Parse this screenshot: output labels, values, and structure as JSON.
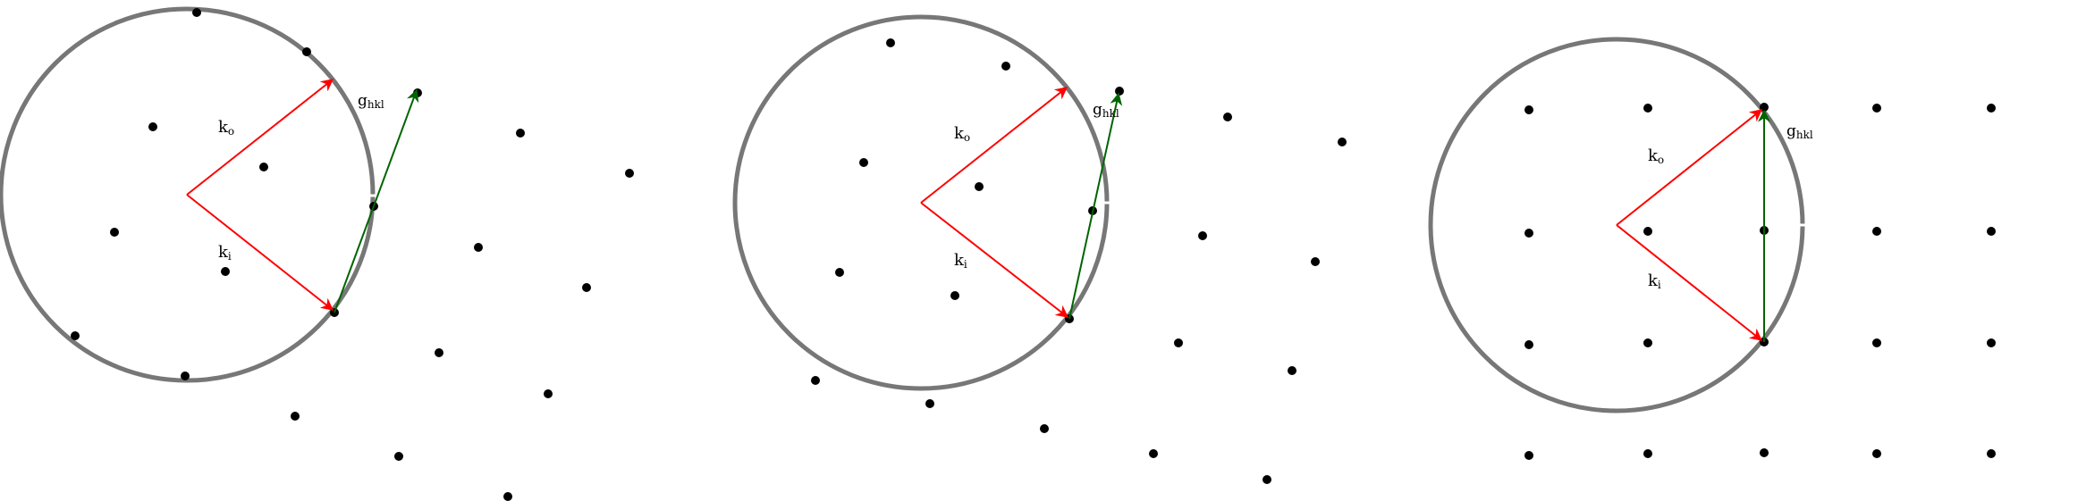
{
  "panels": [
    {
      "id": "rotated-lattice-1",
      "labels": {
        "k_out": "k",
        "k_out_sub": "o",
        "k_in": "k",
        "k_in_sub": "i",
        "g": "g",
        "g_sub": "hkl"
      }
    },
    {
      "id": "rotated-lattice-2",
      "labels": {
        "k_out": "k",
        "k_out_sub": "o",
        "k_in": "k",
        "k_in_sub": "i",
        "g": "g",
        "g_sub": "hkl"
      }
    },
    {
      "id": "square-lattice",
      "labels": {
        "k_out": "k",
        "k_out_sub": "o",
        "k_in": "k",
        "k_in_sub": "i",
        "g": "g",
        "g_sub": "hkl"
      }
    }
  ],
  "colors": {
    "circle": "#777777",
    "incident_outgoing_vectors": "#ff0000",
    "reciprocal_vector": "#006400",
    "lattice_points": "#000000"
  }
}
